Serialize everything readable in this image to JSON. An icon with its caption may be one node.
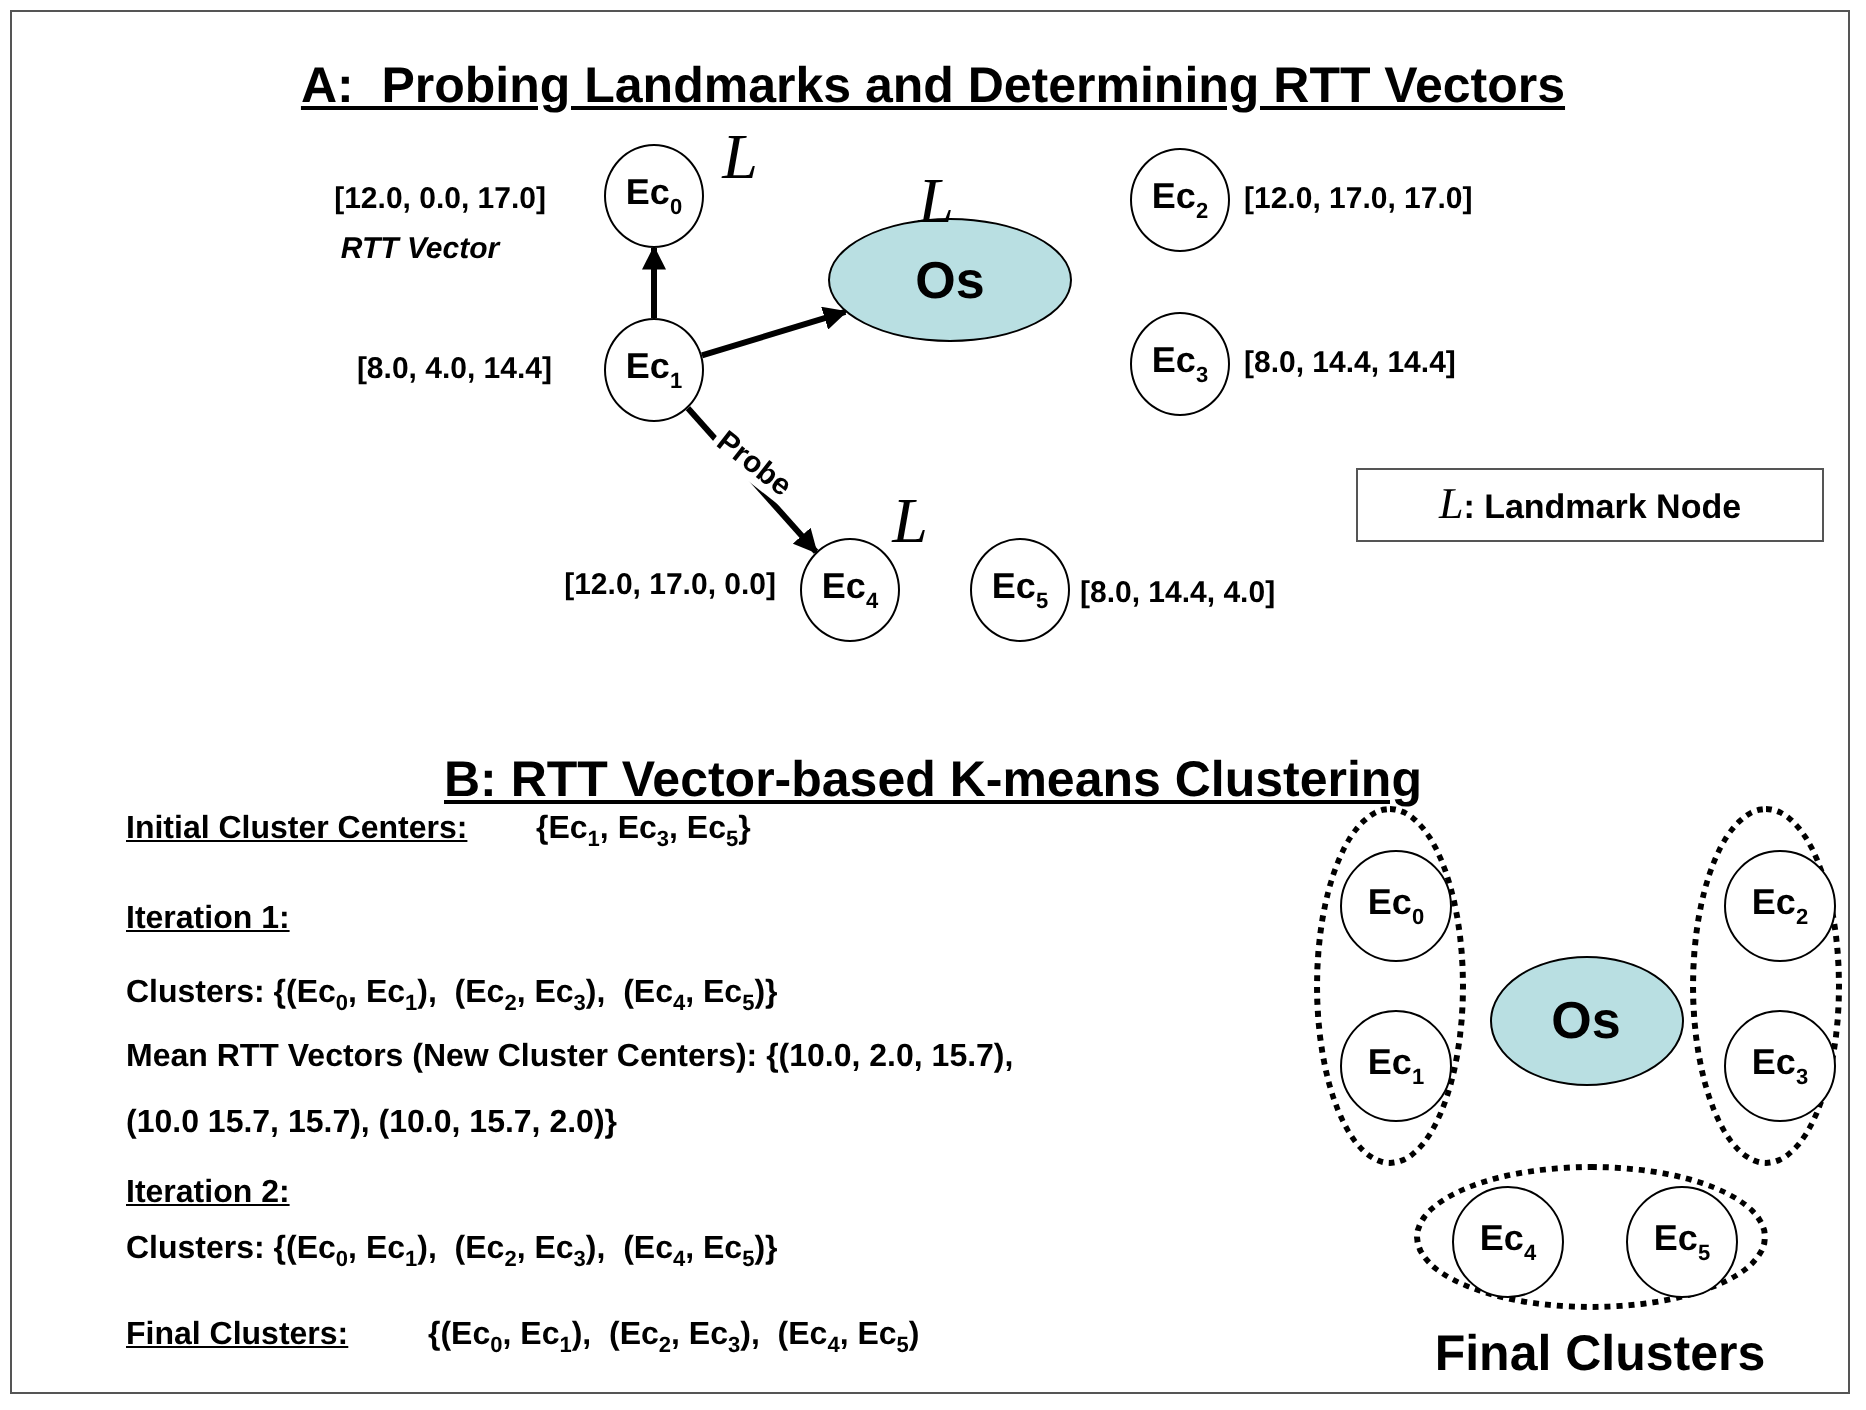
{
  "diagram": {
    "title": "A:  Probing Landmarks and Determining RTT Vectors",
    "nodes": [
      {
        "text": [
          "Ec$_{0}$"
        ],
        "beside": [
          "[12.0, 0.0, 17.0]",
          "RTT Vector",
          "L"
        ]
      },
      {
        "text": [
          "Os"
        ],
        "beside": [
          "L"
        ]
      },
      {
        "text": [
          "Ec$_{2}$"
        ],
        "beside": [
          "[12.0, 17.0, 17.0]"
        ]
      },
      {
        "text": [
          "Ec$_{1}$"
        ],
        "beside": [
          "[8.0, 4.0, 14.4]"
        ]
      },
      {
        "text": [
          "Ec$_{3}$"
        ],
        "beside": [
          "[8.0, 14.4, 14.4]"
        ]
      },
      {
        "text": [
          "Ec$_{4}$"
        ],
        "beside": [
          "[12.0, 17.0, 0.0]",
          "L"
        ]
      },
      {
        "text": [
          "Ec$_{5}$"
        ],
        "beside": [
          "[8.0, 14.4, 4.0]"
        ]
      },
      {
        "text": [
          "*L*: Landmark Node"
        ]
      },
      {
        "text": [],
        "shape": "ellipse"
      },
      {
        "text": [
          "Ec$_{0}$"
        ],
        "in": 8
      },
      {
        "text": [
          "Ec$_{1}$"
        ],
        "in": 8
      },
      {
        "text": [
          "Os"
        ]
      },
      {
        "text": [],
        "shape": "ellipse"
      },
      {
        "text": [
          "Ec$_{2}$"
        ],
        "in": 12
      },
      {
        "text": [
          "Ec$_{3}$"
        ],
        "in": 12
      },
      {
        "text": [],
        "shape": "ellipse"
      },
      {
        "text": [
          "Ec$_{4}$"
        ],
        "in": 15
      },
      {
        "text": [
          "Ec$_{5}$"
        ],
        "in": 15
      }
    ],
    "edges": [
      {
        "from": 3,
        "to": 0,
        "arrow": "to"
      },
      {
        "from": 3,
        "to": 1,
        "arrow": "to"
      },
      {
        "from": 3,
        "to": 5,
        "arrow": "to",
        "label": "Probe"
      }
    ],
    "labels": [
      "B: RTT Vector-based K-means Clustering",
      "Initial Cluster Centers:",
      "{Ec$_{1}$, Ec$_{3}$, Ec$_{5}$}",
      "Iteration 1:",
      "Clusters: {(Ec$_{0}$, Ec$_{1}$),  (Ec$_{2}$, Ec$_{3}$),  (Ec$_{4}$, Ec$_{5}$)}",
      "Mean RTT Vectors (New Cluster Centers):  {(10.0, 2.0, 15.7),  (10.0  15.7, 15.7), (10.0, 15.7, 2.0)}",
      "Iteration 2:",
      "Clusters: {(Ec$_{0}$, Ec$_{1}$),  (Ec$_{2}$, Ec$_{3}$),  (Ec$_{4}$, Ec$_{5}$)}",
      "Final Clusters:",
      "{(Ec$_{0}$, Ec$_{1}$),  (Ec$_{2}$, Ec$_{3}$),  (Ec$_{4}$, Ec$_{5}$)",
      "Final Clusters"
    ]
  }
}
